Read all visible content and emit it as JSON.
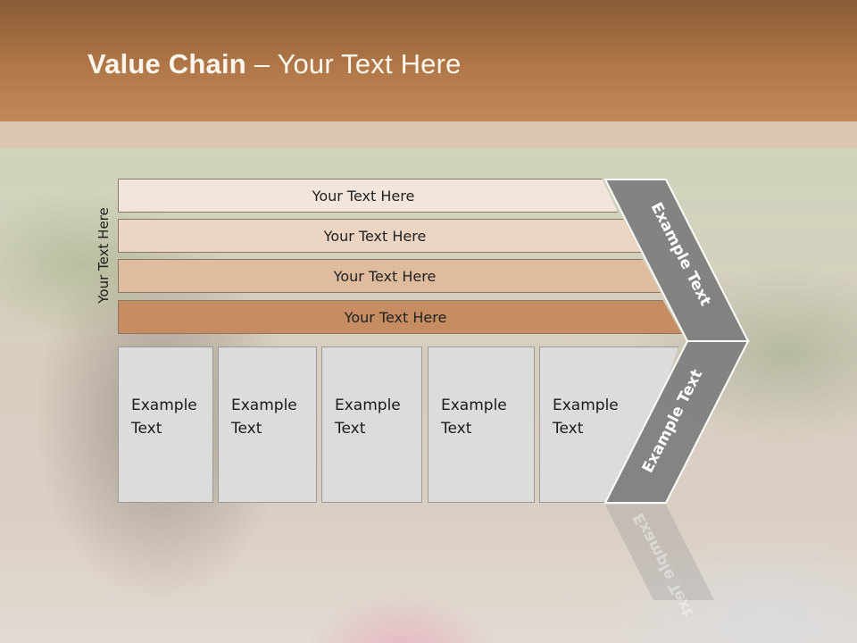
{
  "title": {
    "bold": "Value Chain",
    "rest": " – Your Text Here"
  },
  "side_label": "Your Text Here",
  "bars": [
    {
      "label": "Your Text Here"
    },
    {
      "label": "Your Text Here"
    },
    {
      "label": "Your Text Here"
    },
    {
      "label": "Your Text Here"
    }
  ],
  "boxes": [
    {
      "line1": "Example",
      "line2": "Text"
    },
    {
      "line1": "Example",
      "line2": "Text"
    },
    {
      "line1": "Example",
      "line2": "Text"
    },
    {
      "line1": "Example",
      "line2": "Text"
    },
    {
      "line1": "Example",
      "line2": "Text"
    }
  ],
  "chevron": {
    "upper": "Example Text",
    "lower": "Example Text",
    "color": "#7f7f7f"
  },
  "colors": {
    "header": "#b07748",
    "bar_darkest": "#c58d61"
  }
}
